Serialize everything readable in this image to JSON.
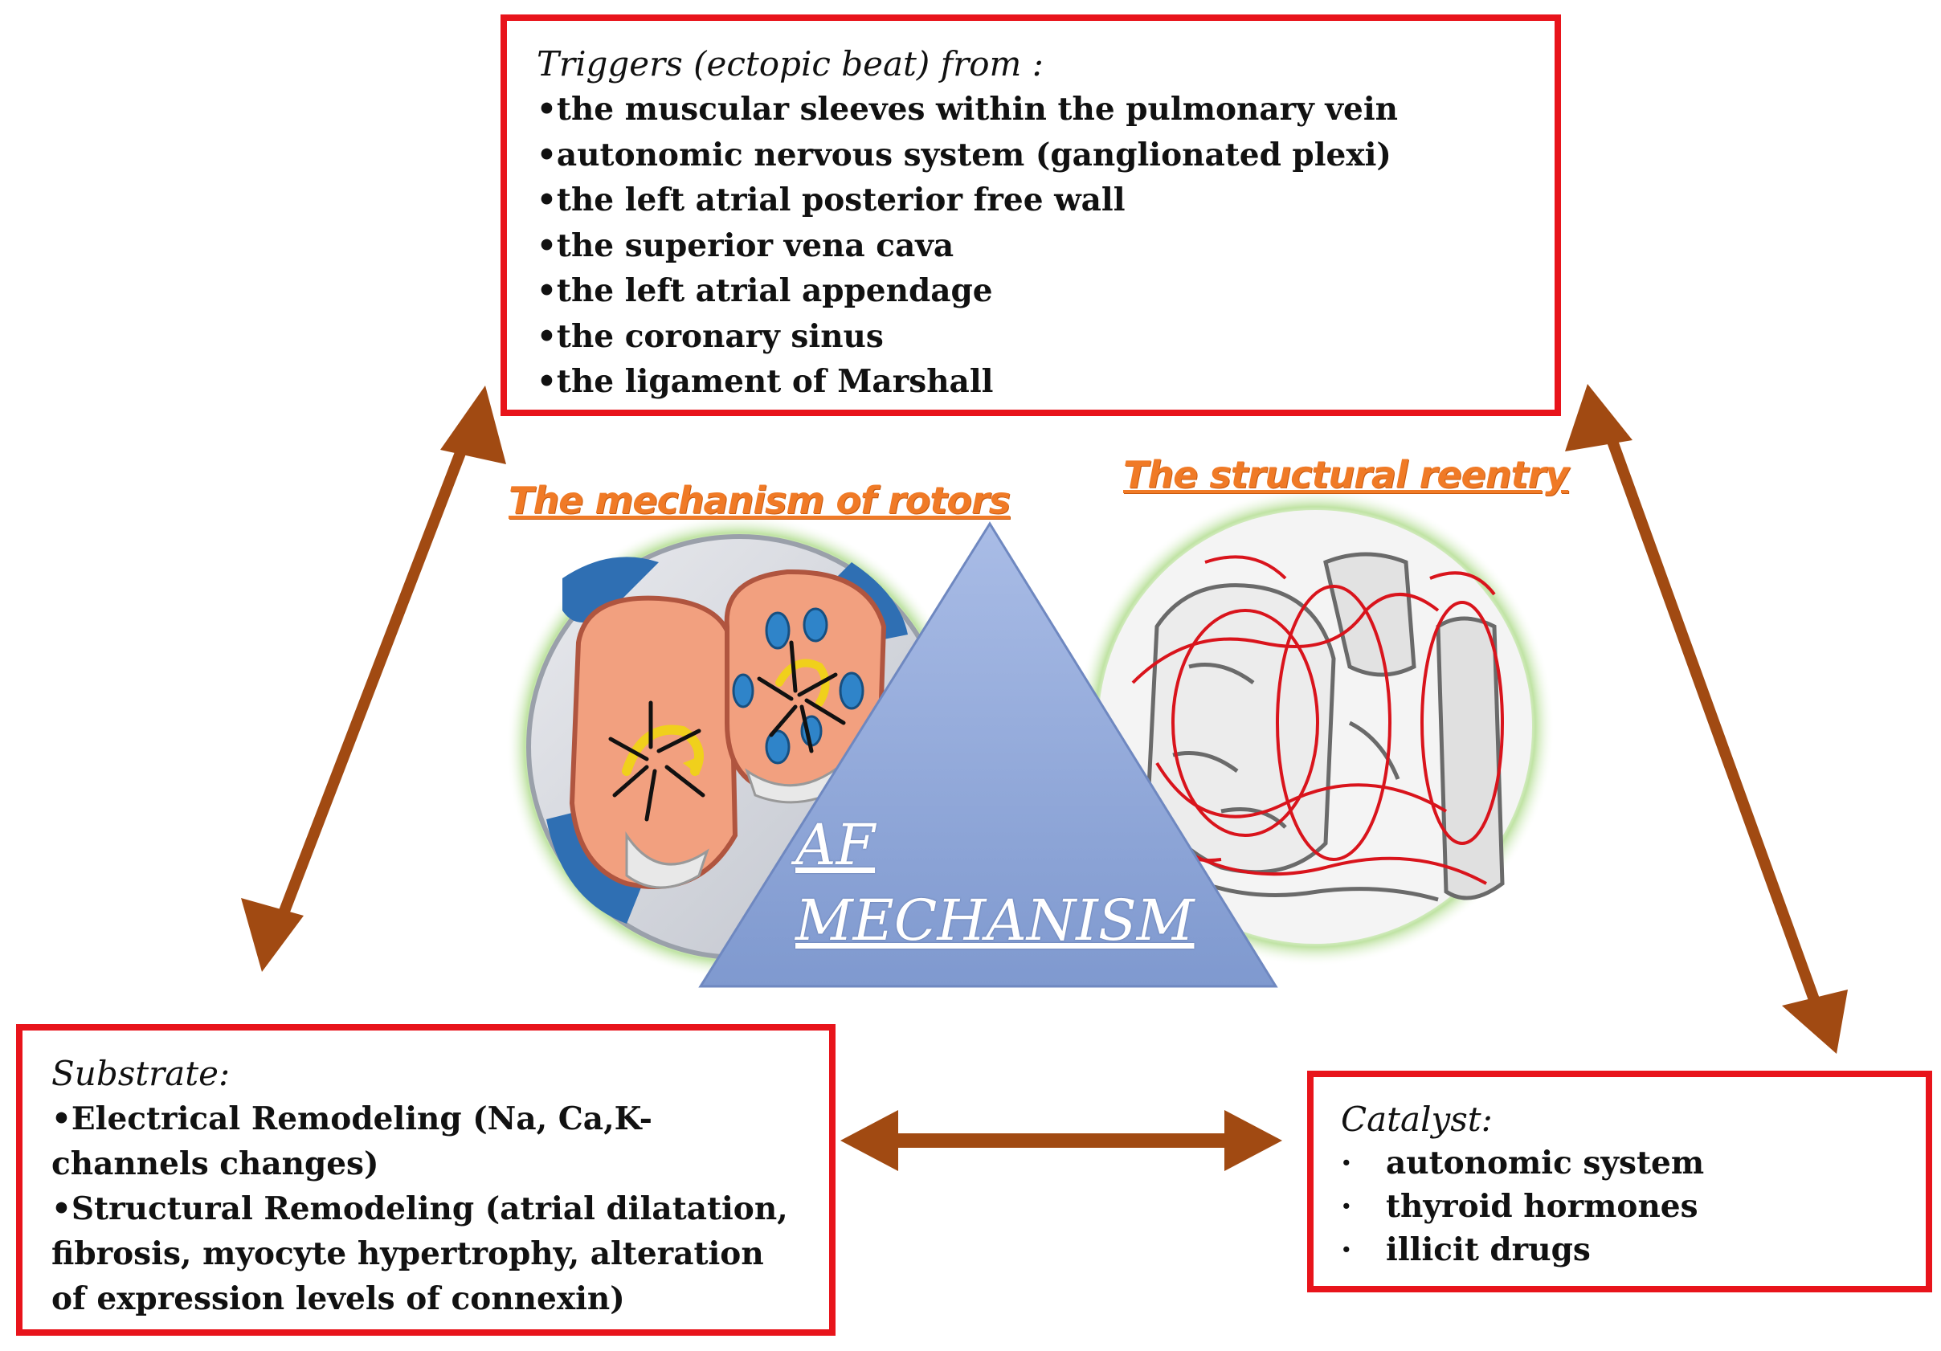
{
  "triggers": {
    "heading": "Triggers (ectopic beat) from :",
    "items": [
      "•the muscular sleeves within the pulmonary vein",
      "•autonomic nervous system (ganglionated plexi)",
      "•the left atrial posterior free wall",
      "•the superior vena cava",
      "•the left atrial appendage",
      "•the coronary sinus",
      "•the ligament of Marshall"
    ]
  },
  "substrate": {
    "heading": "Substrate:",
    "items": [
      "•Electrical Remodeling (Na, Ca,K- channels changes)",
      "•Structural Remodeling (atrial dilatation, fibrosis, myocyte hypertrophy, alteration of expression levels of connexin)"
    ]
  },
  "catalyst": {
    "heading": "Catalyst:",
    "bullet": "·",
    "items": [
      "autonomic system",
      "thyroid hormones",
      "illicit  drugs"
    ]
  },
  "captions": {
    "rotors": "The mechanism of rotors",
    "reentry": "The structural reentry"
  },
  "center_label": {
    "line1": "AF",
    "line2": "MECHANISM"
  },
  "colors": {
    "box_border": "#e8141b",
    "arrow": "#a14a12",
    "caption": "#f07a26",
    "triangle": "#8ea6d8",
    "reentry_lines": "#d9141c"
  }
}
